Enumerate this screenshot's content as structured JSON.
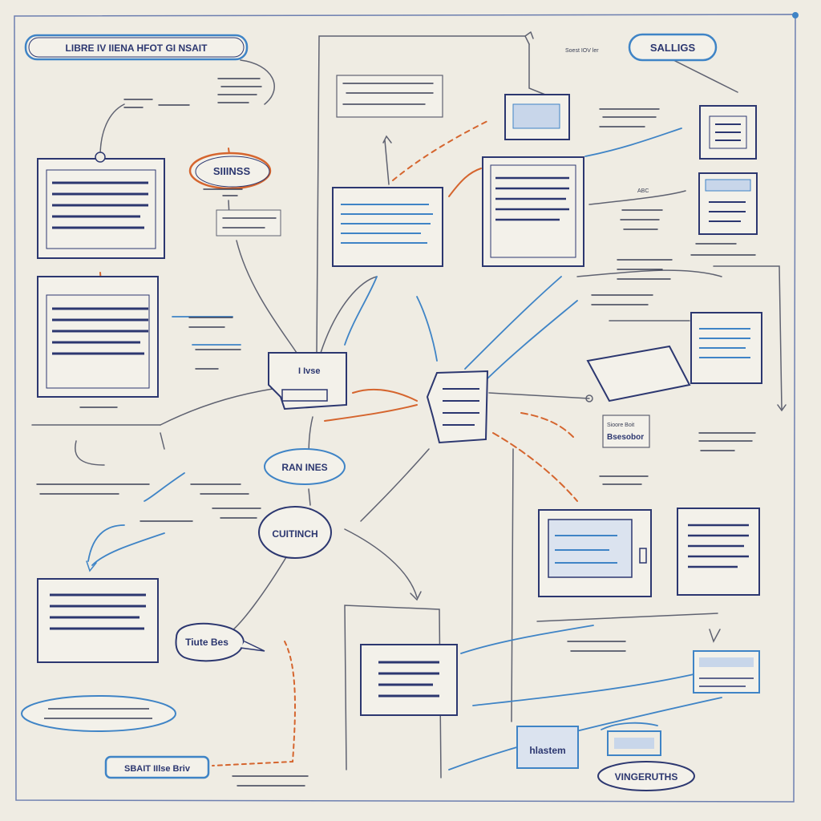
{
  "colors": {
    "paper": "#efece3",
    "ink": "#2c3770",
    "line": "#5f6271",
    "blue": "#3f84c6",
    "orange": "#d5652e",
    "frame": "#6d7fb0"
  },
  "labels": {
    "title_pill": "LIBRE IV IIENA HFOT GI NSAIT",
    "top_right_pill": "SALLIGS",
    "orange_oval": "SIIINSS",
    "left_oval_1": "RAN INES",
    "left_oval_2": "CUITINCH",
    "speech_bubble": "Tiute Bes",
    "bottom_left_pill": "SBAIT IIlse Briv",
    "bottom_small_box": "hlastem",
    "bottom_right_bubble": "VINGERUTHS",
    "center_box_text": "I Ivse",
    "right_note_title": "Sioore Boit",
    "right_note_body": "Bsesobor",
    "top_mid_small": "Soest IOV ler",
    "right_abc": "ABC"
  }
}
